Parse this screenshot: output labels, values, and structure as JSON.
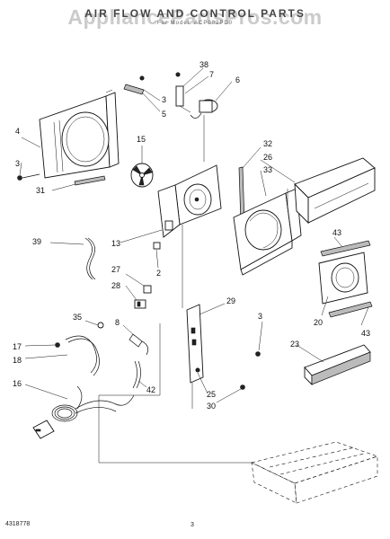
{
  "header": {
    "title": "AIR FLOW AND CONTROL PARTS",
    "subtitle": "For Model: ACP082PD0",
    "watermark": "AppliancePartsPros.com"
  },
  "footer": {
    "doc_number": "4318778",
    "page_number": "3"
  },
  "callouts": [
    {
      "id": "c38",
      "label": "38"
    },
    {
      "id": "c7",
      "label": "7"
    },
    {
      "id": "c6",
      "label": "6"
    },
    {
      "id": "c3a",
      "label": "3"
    },
    {
      "id": "c5",
      "label": "5"
    },
    {
      "id": "c4",
      "label": "4"
    },
    {
      "id": "c3b",
      "label": "3"
    },
    {
      "id": "c31",
      "label": "31"
    },
    {
      "id": "c15",
      "label": "15"
    },
    {
      "id": "c32",
      "label": "32"
    },
    {
      "id": "c26",
      "label": "26"
    },
    {
      "id": "c33",
      "label": "33"
    },
    {
      "id": "c39",
      "label": "39"
    },
    {
      "id": "c13",
      "label": "13"
    },
    {
      "id": "c2",
      "label": "2"
    },
    {
      "id": "c43a",
      "label": "43"
    },
    {
      "id": "c27",
      "label": "27"
    },
    {
      "id": "c28",
      "label": "28"
    },
    {
      "id": "c29",
      "label": "29"
    },
    {
      "id": "c20",
      "label": "20"
    },
    {
      "id": "c43b",
      "label": "43"
    },
    {
      "id": "c35",
      "label": "35"
    },
    {
      "id": "c8",
      "label": "8"
    },
    {
      "id": "c3c",
      "label": "3"
    },
    {
      "id": "c17",
      "label": "17"
    },
    {
      "id": "c18",
      "label": "18"
    },
    {
      "id": "c23",
      "label": "23"
    },
    {
      "id": "c42",
      "label": "42"
    },
    {
      "id": "c16",
      "label": "16"
    },
    {
      "id": "c25",
      "label": "25"
    },
    {
      "id": "c30",
      "label": "30"
    }
  ]
}
